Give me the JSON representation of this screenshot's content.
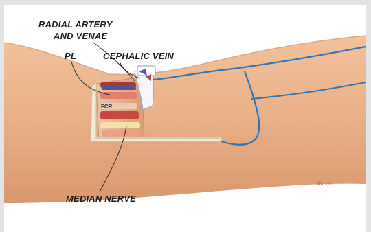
{
  "illustration": {
    "labels": {
      "radial_artery_line1": "RADIAL ARTERY",
      "radial_artery_line2": "AND VENAE",
      "pl": "PL",
      "cephalic_vein": "CEPHALIC VEIN",
      "fcr": "FCR",
      "median_nerve": "MEDIAN NERVE"
    },
    "signature": "Ma..tin",
    "colors": {
      "background": "#e4e4e4",
      "panel": "#ffffff",
      "skin": "#e9b28a",
      "skin_shadow": "#d4936b",
      "vein": "#2f74b4",
      "flap": "#f1ead8",
      "leader_line": "#2a2a2a"
    }
  }
}
